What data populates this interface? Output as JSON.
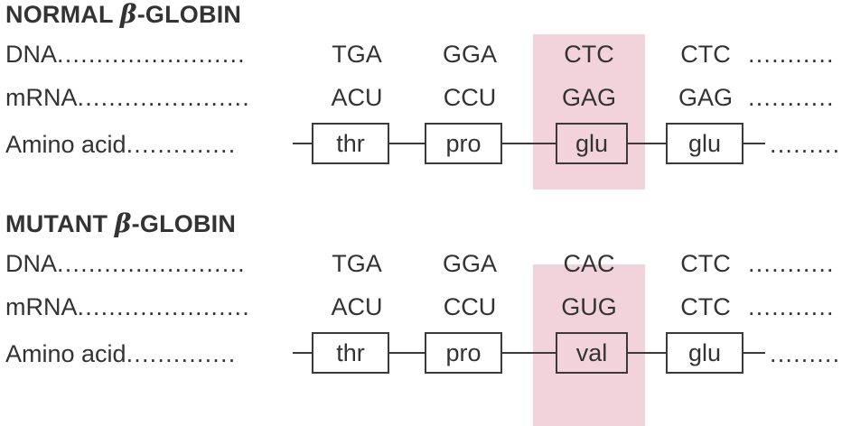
{
  "colors": {
    "highlight_pink": "#f2d3dc",
    "text": "#333333",
    "box_border": "#3a3a3a",
    "background": "#ffffff"
  },
  "sections": [
    {
      "id": "normal",
      "title_prefix": "NORMAL ",
      "title_beta": "β",
      "title_suffix": "-GLOBIN",
      "title_full": "NORMAL β-GLOBIN",
      "rows": {
        "dna": {
          "label": "DNA",
          "leader": "........................",
          "codons": [
            "TGA",
            "GGA",
            "CTC",
            "CTC"
          ],
          "tail": "..........."
        },
        "mrna": {
          "label": "mRNA",
          "leader": "......................",
          "codons": [
            "ACU",
            "CCU",
            "GAG",
            "GAG"
          ],
          "tail": "..........."
        },
        "amino_acid": {
          "label": "Amino acid",
          "leader": "..............",
          "residues": [
            "thr",
            "pro",
            "glu",
            "glu"
          ],
          "tail": "........."
        }
      }
    },
    {
      "id": "mutant",
      "title_prefix": "MUTANT ",
      "title_beta": "β",
      "title_suffix": "-GLOBIN",
      "title_full": "MUTANT β-GLOBIN",
      "rows": {
        "dna": {
          "label": "DNA",
          "leader": "........................",
          "codons": [
            "TGA",
            "GGA",
            "CAC",
            "CTC"
          ],
          "tail": "..........."
        },
        "mrna": {
          "label": "mRNA",
          "leader": "......................",
          "codons": [
            "ACU",
            "CCU",
            "GUG",
            "CTC"
          ],
          "tail": "..........."
        },
        "amino_acid": {
          "label": "Amino acid",
          "leader": "..............",
          "residues": [
            "thr",
            "pro",
            "val",
            "glu"
          ],
          "tail": "........."
        }
      }
    }
  ],
  "highlight": {
    "column_index": 3,
    "description": "mutation-column-highlight"
  }
}
